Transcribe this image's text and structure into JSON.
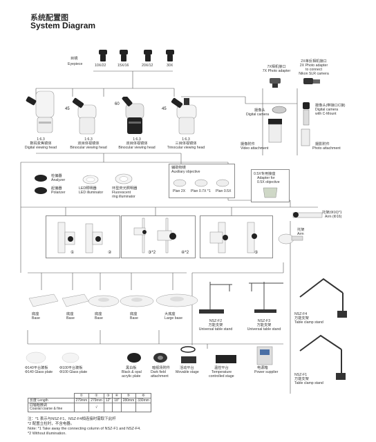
{
  "title_cn": "系统配置图",
  "title_en": "System Diagram",
  "eyepiece": {
    "label_cn": "目镜",
    "label_en": "Eyepiece",
    "options": [
      "10X/22",
      "15X/16",
      "20X/12",
      "30X"
    ]
  },
  "photo_7x": {
    "cn": "7X相机接口",
    "en": "7X Photo adapter"
  },
  "photo_2x": {
    "cn": "2X单反相机接口",
    "en1": "2X Photo adapter",
    "en2": "to connect",
    "en3": "Nikon SLR camera"
  },
  "digital_camera": {
    "cn": "摄像头",
    "en": "Digital camera"
  },
  "digital_cmount": {
    "cn": "摄像头(带接口C接)",
    "en1": "Digital camera",
    "en2": "with C-Mount"
  },
  "video_attach": {
    "cn": "摄像附件",
    "en": "Video attachment"
  },
  "photo_attach": {
    "cn": "摄影附件",
    "en": "Photo attachment"
  },
  "heads": [
    {
      "ratio": "1:6.3",
      "cn": "数码变焦镜体",
      "en": "Digital viewing head",
      "angle": ""
    },
    {
      "ratio": "1:6.3",
      "cn": "双目体视镜体",
      "en": "Binocular viewing head",
      "angle": "45"
    },
    {
      "ratio": "1:6.3",
      "cn": "双目体视镜体",
      "en": "Binocular viewing head",
      "angle": "60"
    },
    {
      "ratio": "1:6.3",
      "cn": "三目体视镜体",
      "en": "Trinocular viewing head",
      "angle": "45"
    }
  ],
  "analyzer": {
    "cn": "检偏器",
    "en": "Analyzer"
  },
  "polarizer": {
    "cn": "起偏器",
    "en": "Polarizer"
  },
  "led": {
    "cn": "LED照明器",
    "en": "LED illuminator"
  },
  "ring": {
    "cn": "环型荧光照明器",
    "en1": "Fluorescent",
    "en2": "ring illuminator"
  },
  "aux": {
    "cn": "辅助物镜",
    "en": "Auxiliary objective",
    "items": [
      "Plan 2X",
      "Plan 0.7X *1",
      "Plan 0.5X"
    ]
  },
  "adapter05": {
    "cn": "0.5X专用接座",
    "en1": "Adapter for",
    "en2": "0.5X objective"
  },
  "arm_top": {
    "cn": "托架(Φ16)*1",
    "en": "Arm (Φ16)"
  },
  "arm": {
    "cn": "托架",
    "en": "Arm"
  },
  "stand_nums": [
    "①",
    "②",
    "③*2",
    "④*2",
    "⑤"
  ],
  "bases": [
    {
      "cn": "底座",
      "en": "Base"
    },
    {
      "cn": "底座",
      "en": "Base"
    },
    {
      "cn": "底座",
      "en": "Base"
    },
    {
      "cn": "底座",
      "en": "Base"
    },
    {
      "cn": "大底座",
      "en": "Large base"
    }
  ],
  "nsz_f2": {
    "name": "NSZ-F2",
    "cn": "万能支架",
    "en": "Universal table stand"
  },
  "nsz_f3": {
    "name": "NSZ-F3",
    "cn": "万能支架",
    "en": "Universal table stand"
  },
  "nsz_f4": {
    "name": "NSZ-F4",
    "cn": "万能支架",
    "en": "Table clamp stand"
  },
  "nsz_f1": {
    "name": "NSZ-F1",
    "cn": "万能支架",
    "en": "Table clamp stand"
  },
  "acc": [
    {
      "cn": "Φ140平台玻板",
      "en": "Φ140 Glass plate"
    },
    {
      "cn": "Φ100平台玻板",
      "en": "Φ100 Glass plate"
    },
    {
      "cn": "黑白板",
      "en1": "Black & opal",
      "en2": "acrylic plate"
    },
    {
      "cn": "暗视场附件",
      "en1": "Dark field",
      "en2": "attachment"
    },
    {
      "cn": "活动平台",
      "en": "Movable stage"
    },
    {
      "cn": "温控平台",
      "en1": "Temperature",
      "en2": "controlled stage"
    },
    {
      "cn": "电源箱",
      "en": "Power supplier"
    }
  ],
  "length_table": {
    "nums": [
      "①",
      "②",
      "③",
      "④",
      "⑤",
      "⑥"
    ],
    "row_len_label": "长度  Length",
    "row_len": [
      "279mm",
      "279mm",
      "12\"",
      "18\"",
      "280mm",
      "330mm"
    ],
    "row_co_label1": "同轴粗微调",
    "row_co_label2": "Coaxial coarse & fine",
    "row_co": [
      "",
      "√",
      "",
      "",
      "",
      ""
    ]
  },
  "notes": [
    "注：*1  表示与NSZ-F1、NSZ-F4相连接时需取下此杆",
    "      *2  配置立柱时，不含电器。",
    "Note: *1  Take away the connecting column of NSZ-F1 and NSZ-F4.",
    "      *2  Without illumination."
  ]
}
